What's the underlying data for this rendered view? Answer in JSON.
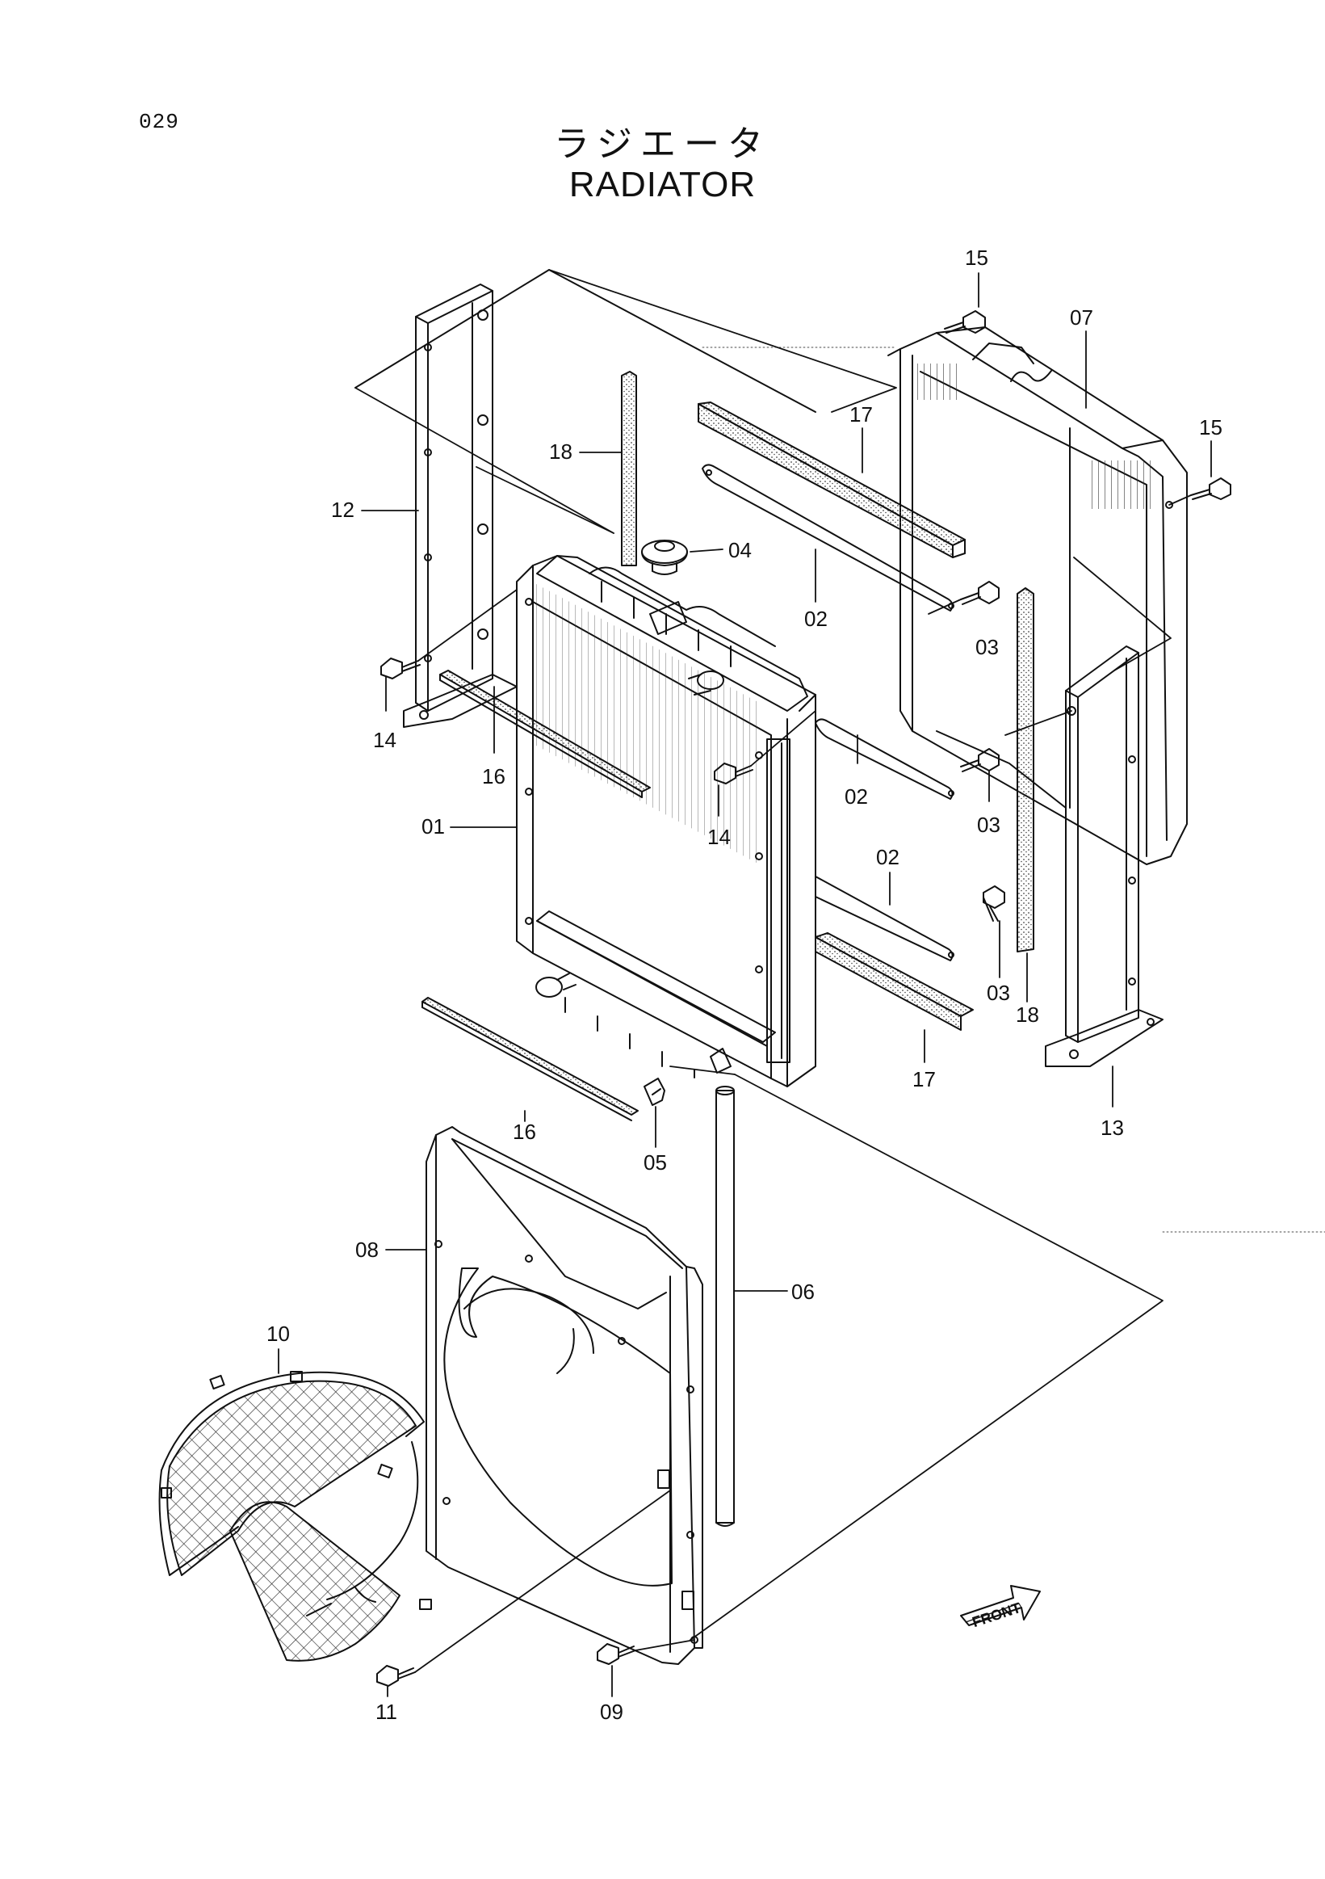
{
  "page": {
    "number": "029"
  },
  "title": {
    "jp": "ラジエータ",
    "en": "RADIATOR"
  },
  "callouts": {
    "c01": "01",
    "c02a": "02",
    "c02b": "02",
    "c02c": "02",
    "c03a": "03",
    "c03b": "03",
    "c03c": "03",
    "c04": "04",
    "c05": "05",
    "c06": "06",
    "c07": "07",
    "c08": "08",
    "c09": "09",
    "c10": "10",
    "c11": "11",
    "c12": "12",
    "c13": "13",
    "c14a": "14",
    "c14b": "14",
    "c15a": "15",
    "c15b": "15",
    "c16a": "16",
    "c16b": "16",
    "c17a": "17",
    "c17b": "17",
    "c18a": "18",
    "c18b": "18"
  },
  "front_arrow": {
    "label": "FRONT"
  }
}
